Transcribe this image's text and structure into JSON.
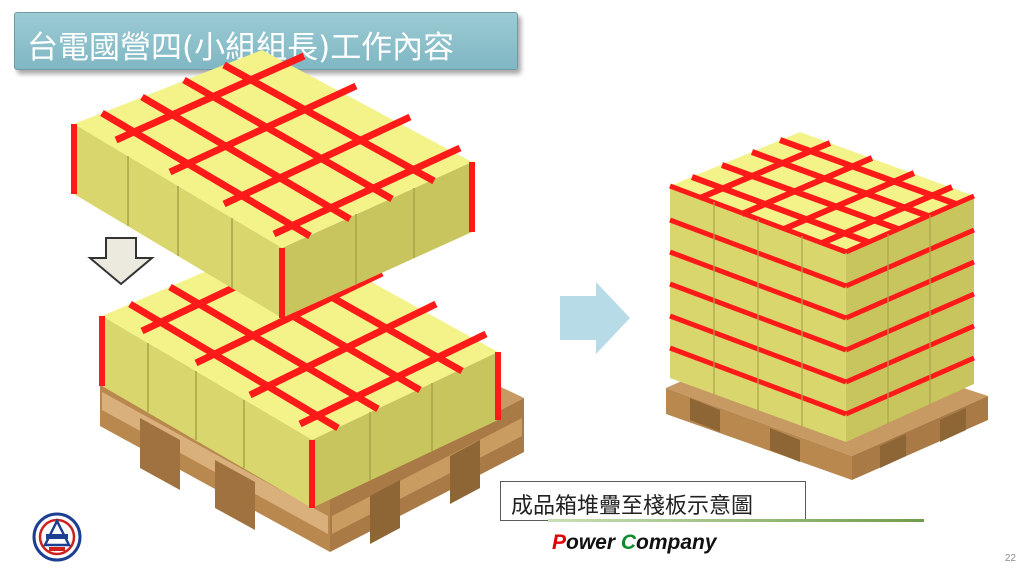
{
  "slide": {
    "title": "台電國營四(小組組長)工作內容",
    "caption": "成品箱堆疊至棧板示意圖",
    "brand": {
      "p": "P",
      "ower": "ower ",
      "c": "C",
      "ompany": "ompany"
    },
    "page_number": "22"
  },
  "colors": {
    "title_bg": "#8cc1cc",
    "box_top": "#f3f38a",
    "box_side": "#d9d66e",
    "strap": "#ff1a1a",
    "pallet": "#c89a63",
    "arrow_right": "#b7dce8",
    "arrow_down": "#eceadf"
  },
  "icons": {
    "down_arrow": "down-arrow-icon",
    "right_arrow": "right-arrow-icon",
    "logo": "taipower-logo-icon"
  }
}
